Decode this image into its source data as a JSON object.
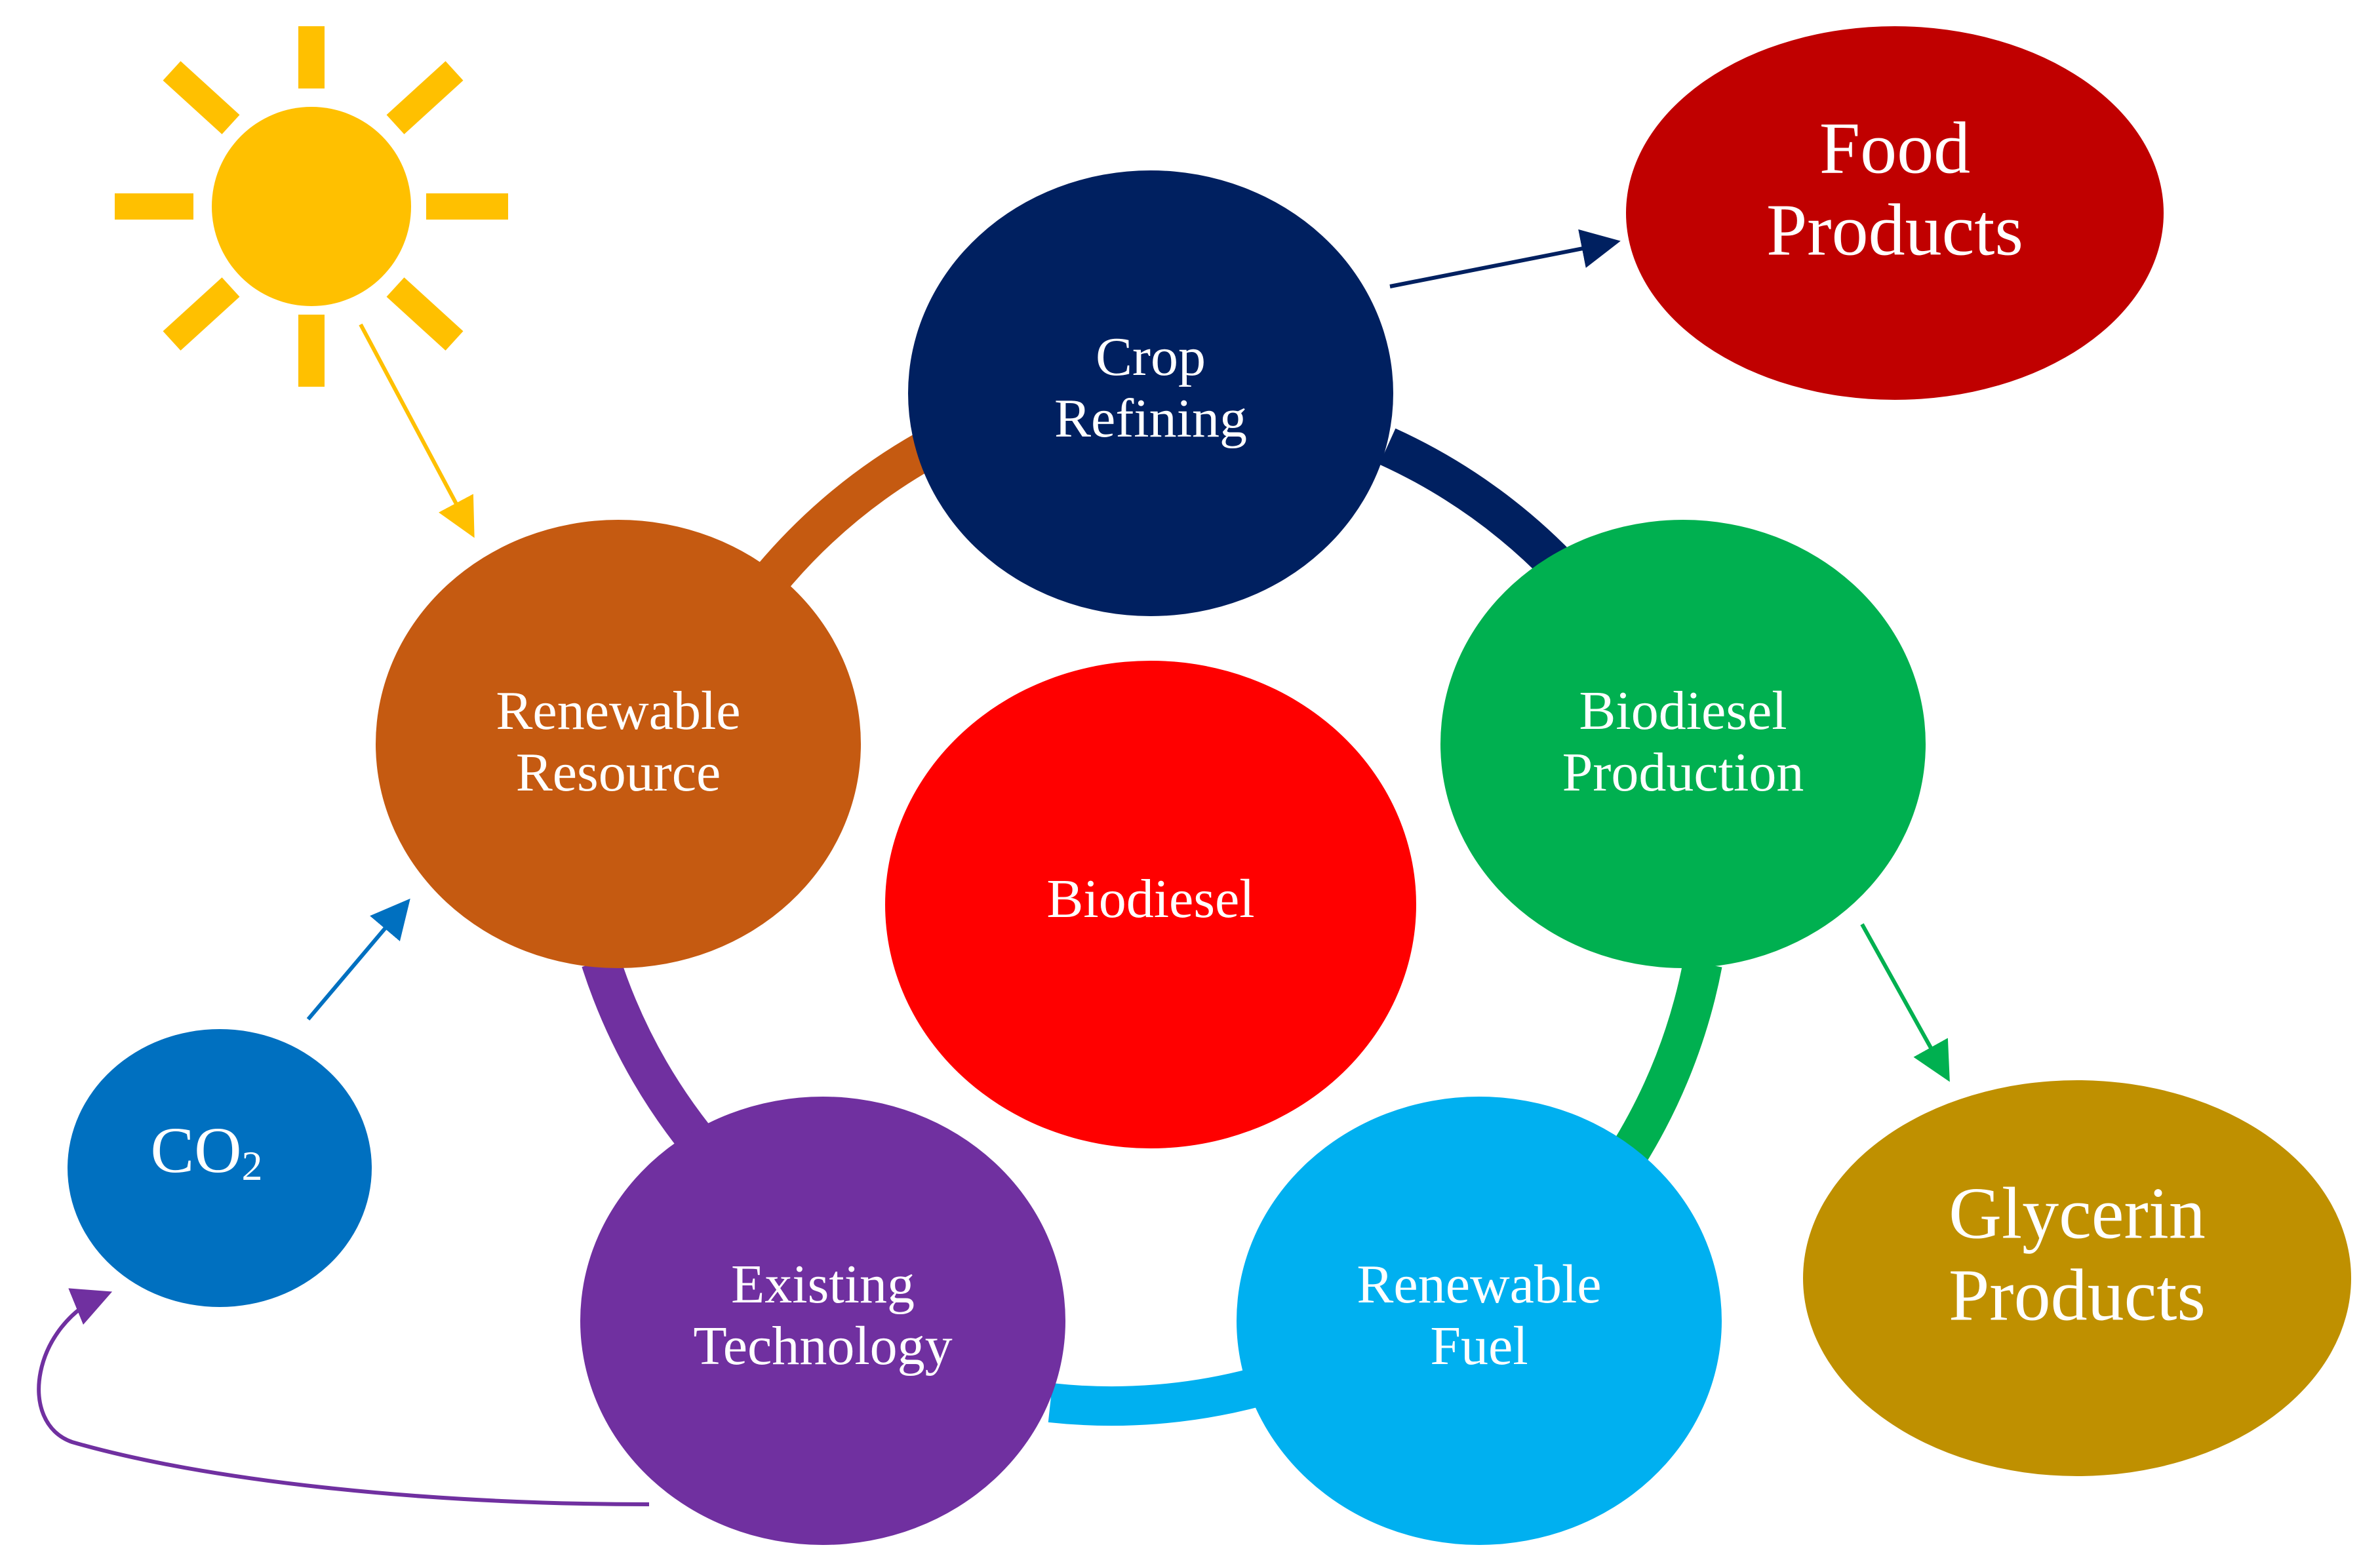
{
  "nodes": {
    "crop_refining": {
      "label": "Crop\nRefining",
      "color": "#002060"
    },
    "renewable_resource": {
      "label": "Renewable\nResource",
      "color": "#C55A11"
    },
    "biodiesel_production": {
      "label": "Biodiesel\nProduction",
      "color": "#00B050"
    },
    "renewable_fuel": {
      "label": "Renewable\nFuel",
      "color": "#00B0F0"
    },
    "existing_technology": {
      "label": "Existing\nTechnology",
      "color": "#7030A0"
    },
    "biodiesel": {
      "label": "Biodiesel",
      "color": "#FF0000"
    },
    "food_products": {
      "label": "Food\nProducts",
      "color": "#C00000"
    },
    "glycerin_products": {
      "label": "Glycerin\nProducts",
      "color": "#BF9000"
    },
    "co2": {
      "label": "CO",
      "subscript": "2",
      "color": "#0070C0"
    }
  },
  "cycle_colors": {
    "renewable_resource_to_crop_refining": "#C55A11",
    "crop_refining_to_biodiesel_production": "#002060",
    "biodiesel_production_to_renewable_fuel": "#00B050",
    "renewable_fuel_to_existing_technology": "#00B0F0",
    "existing_technology_to_renewable_resource": "#7030A0"
  },
  "arrow_colors": {
    "sun_to_renewable_resource": "#FFC000",
    "co2_to_renewable_resource": "#0070C0",
    "existing_technology_to_co2": "#7030A0",
    "crop_refining_to_food_products": "#002060",
    "biodiesel_production_to_glycerin_products": "#00B050"
  },
  "sun": {
    "icon": "sun-icon",
    "color": "#FFC000"
  }
}
